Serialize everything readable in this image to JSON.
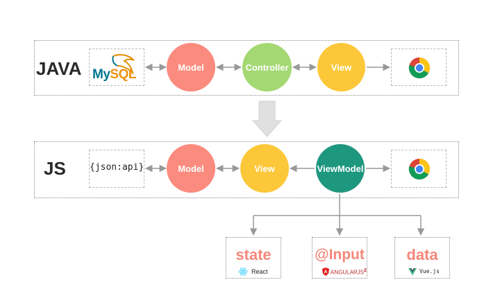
{
  "java_row": {
    "label": "JAVA",
    "db_logo_text": {
      "my": "My",
      "sql": "SQL"
    },
    "nodes": {
      "model": "Model",
      "controller": "Controller",
      "view": "View"
    }
  },
  "js_row": {
    "label": "JS",
    "api_logo_text": "{json:api}",
    "nodes": {
      "model": "Model",
      "view": "View",
      "viewmodel": "ViewModel"
    }
  },
  "libraries": [
    {
      "big": "state",
      "small": "React"
    },
    {
      "big": "@Input",
      "small": "ANGULARJS",
      "badge": "2"
    },
    {
      "big": "data",
      "small": "Vue.js"
    }
  ],
  "icons": [
    "mysql-logo",
    "chrome-icon",
    "json-api-logo",
    "react-icon",
    "angular-icon",
    "vue-icon"
  ],
  "colors": {
    "model": "#fb8b7e",
    "controller": "#a4d873",
    "view": "#fcc83a",
    "viewmodel": "#1e977f",
    "library_text": "#f4877a",
    "arrow": "#999999"
  }
}
